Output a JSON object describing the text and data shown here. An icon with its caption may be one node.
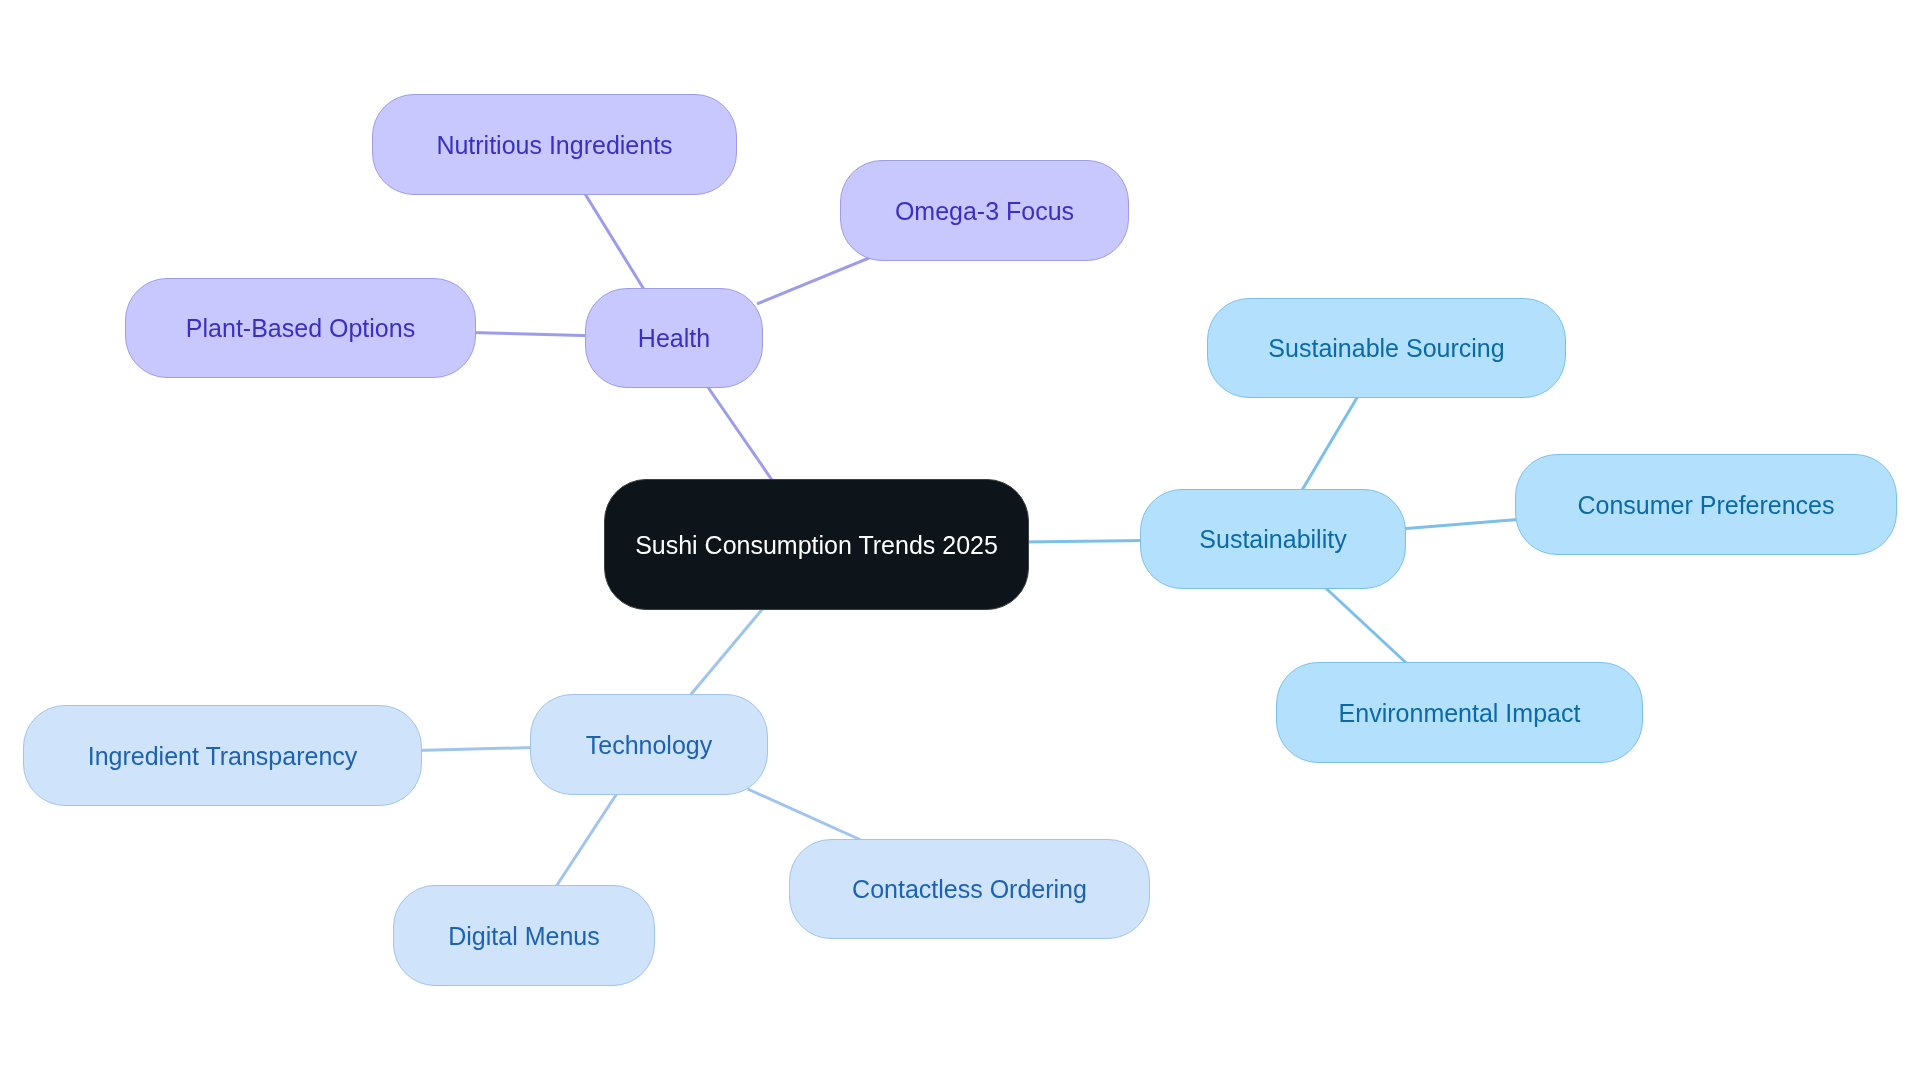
{
  "diagram": {
    "nodes": [
      {
        "text": [
          "Sushi Consumption Trends 2025"
        ]
      },
      {
        "text": [
          "Health"
        ]
      },
      {
        "text": [
          "Nutritious Ingredients"
        ]
      },
      {
        "text": [
          "Omega-3 Focus"
        ]
      },
      {
        "text": [
          "Plant-Based Options"
        ]
      },
      {
        "text": [
          "Sustainability"
        ]
      },
      {
        "text": [
          "Sustainable Sourcing"
        ]
      },
      {
        "text": [
          "Consumer Preferences"
        ]
      },
      {
        "text": [
          "Environmental Impact"
        ]
      },
      {
        "text": [
          "Technology"
        ]
      },
      {
        "text": [
          "Ingredient Transparency"
        ]
      },
      {
        "text": [
          "Contactless Ordering"
        ]
      },
      {
        "text": [
          "Digital Menus"
        ]
      }
    ],
    "edges": [
      {
        "from": 0,
        "to": 1,
        "arrow": "none",
        "color": "#9c9ce8"
      },
      {
        "from": 1,
        "to": 2,
        "arrow": "none",
        "color": "#9c9ce8"
      },
      {
        "from": 1,
        "to": 3,
        "arrow": "none",
        "color": "#9c9ce8"
      },
      {
        "from": 1,
        "to": 4,
        "arrow": "none",
        "color": "#9c9ce8"
      },
      {
        "from": 0,
        "to": 5,
        "arrow": "none",
        "color": "#7cc0ea"
      },
      {
        "from": 5,
        "to": 6,
        "arrow": "none",
        "color": "#7cc0ea"
      },
      {
        "from": 5,
        "to": 7,
        "arrow": "none",
        "color": "#7cc0ea"
      },
      {
        "from": 5,
        "to": 8,
        "arrow": "none",
        "color": "#7cc0ea"
      },
      {
        "from": 0,
        "to": 9,
        "arrow": "none",
        "color": "#a0c4ec"
      },
      {
        "from": 9,
        "to": 10,
        "arrow": "none",
        "color": "#a0c4ec"
      },
      {
        "from": 9,
        "to": 11,
        "arrow": "none",
        "color": "#a0c4ec"
      },
      {
        "from": 9,
        "to": 12,
        "arrow": "none",
        "color": "#a0c4ec"
      }
    ]
  }
}
